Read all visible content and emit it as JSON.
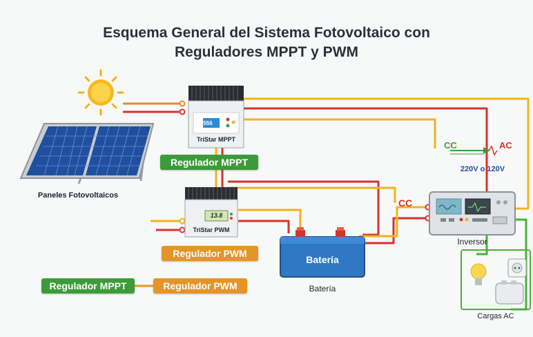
{
  "title": {
    "line1": "Esquema General del Sistema Fotovoltaico con",
    "line2": "Reguladores MPPT y PWM"
  },
  "panels": {
    "label": "Paneles Fotovoltaicos",
    "icon": "solar-panel-icon"
  },
  "sun": {
    "icon": "sun-icon"
  },
  "mppt": {
    "device_label": "TriStar MPPT",
    "display": "556",
    "tag": "Regulador MPPT"
  },
  "pwm": {
    "device_label": "TriStar PWM",
    "display": "13.8",
    "tag": "Regulador PWM"
  },
  "battery": {
    "body_label": "Batería",
    "caption": "Batería",
    "icon": "battery-icon"
  },
  "inverter": {
    "label": "Inversor",
    "icon": "inverter-icon"
  },
  "conversion": {
    "cc": "CC",
    "ac": "AC",
    "voltage": "220V o 120V"
  },
  "cc_label": "CC",
  "loads": {
    "label": "Cargas AC",
    "icons": [
      "light-bulb-icon",
      "wall-socket-icon",
      "toaster-icon"
    ]
  },
  "legend": {
    "mppt": "Regulador MPPT",
    "pwm": "Regulador PWM"
  },
  "colors": {
    "wire_red": "#d7322a",
    "wire_yellow": "#f2b21b",
    "wire_orange": "#ea8a23",
    "wire_green": "#4caf3a",
    "tag_green": "#3d9a3a",
    "tag_orange": "#e59427",
    "battery_blue": "#2e78c4"
  }
}
